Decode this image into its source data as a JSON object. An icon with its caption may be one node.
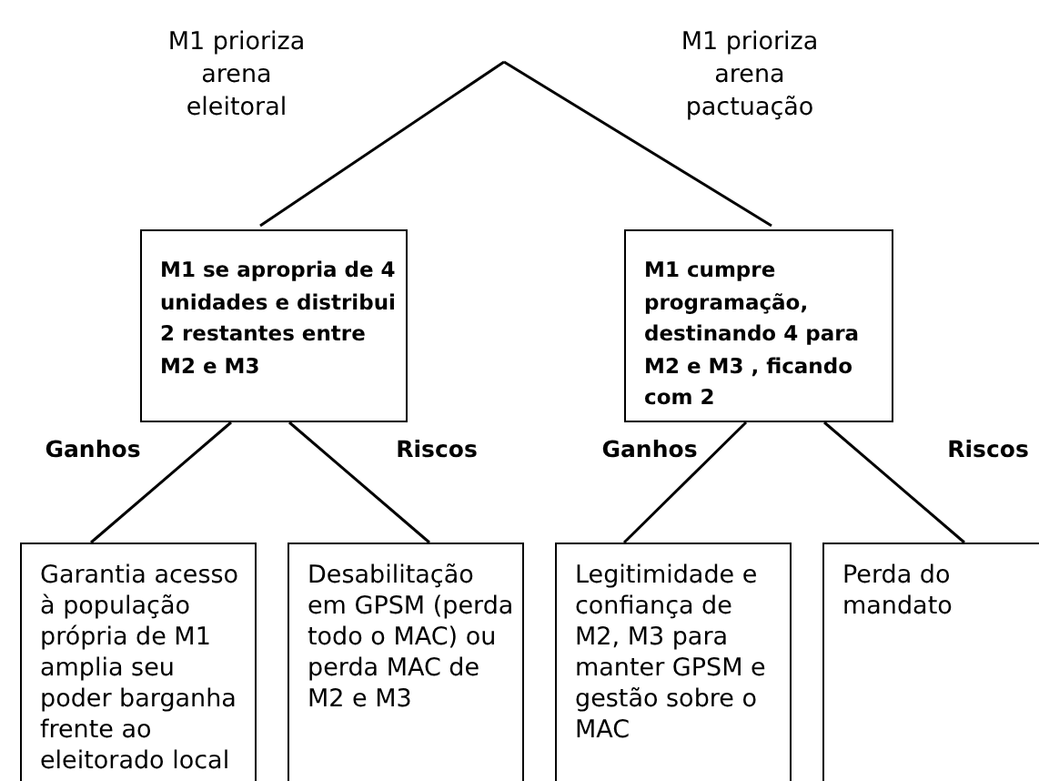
{
  "diagram": {
    "nodes": [
      {
        "text": [
          "M1  se apropria de 4 unidades e distribui 2 restantes entre M2 e M3"
        ]
      },
      {
        "text": [
          "M1  cumpre programação, destinando 4 para M2  e M3 , ficando com 2"
        ]
      },
      {
        "text": [
          "Garantia acesso à população própria de M1 amplia seu poder barganha frente ao eleitorado local"
        ]
      },
      {
        "text": [
          "Desabilitação em GPSM (perda todo o MAC) ou perda MAC de M2 e M3"
        ]
      },
      {
        "text": [
          "Legitimidade e confiança de M2, M3 para manter GPSM e gestão sobre o MAC"
        ]
      },
      {
        "text": [
          "Perda do mandato"
        ]
      }
    ],
    "edges": [
      {
        "from": null,
        "to": 0,
        "arrow": "none",
        "label": "M1 prioriza arena eleitoral"
      },
      {
        "from": null,
        "to": 1,
        "arrow": "none",
        "label": "M1 prioriza arena pactuação"
      },
      {
        "from": 0,
        "to": 2,
        "arrow": "none",
        "label": "Ganhos"
      },
      {
        "from": 0,
        "to": 3,
        "arrow": "none",
        "label": "Riscos"
      },
      {
        "from": 1,
        "to": 4,
        "arrow": "none",
        "label": "Ganhos"
      },
      {
        "from": 1,
        "to": 5,
        "arrow": "none",
        "label": "Riscos"
      }
    ]
  }
}
